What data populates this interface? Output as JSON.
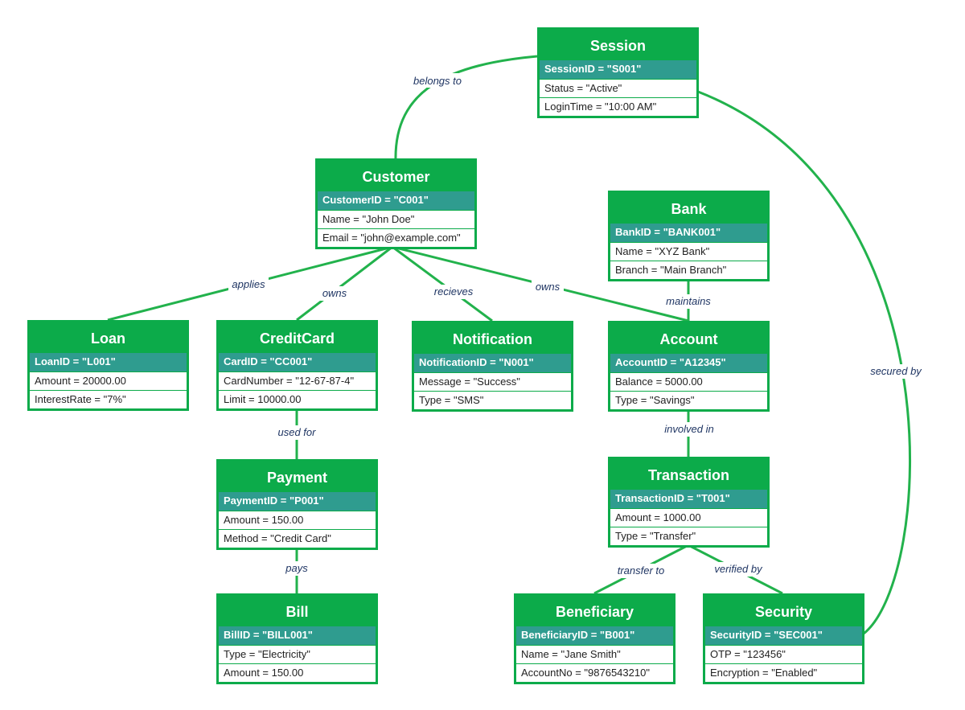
{
  "entities": {
    "session": {
      "title": "Session",
      "rows": [
        "SessionID = \"S001\"",
        "Status = \"Active\"",
        "LoginTime = \"10:00 AM\""
      ]
    },
    "customer": {
      "title": "Customer",
      "rows": [
        "CustomerID = \"C001\"",
        "Name = \"John Doe\"",
        "Email = \"john@example.com\""
      ]
    },
    "bank": {
      "title": "Bank",
      "rows": [
        "BankID = \"BANK001\"",
        "Name = \"XYZ Bank\"",
        "Branch = \"Main Branch\""
      ]
    },
    "loan": {
      "title": "Loan",
      "rows": [
        "LoanID = \"L001\"",
        "Amount = 20000.00",
        "InterestRate = \"7%\""
      ]
    },
    "creditcard": {
      "title": "CreditCard",
      "rows": [
        "CardID = \"CC001\"",
        "CardNumber = \"12-67-87-4\"",
        "Limit = 10000.00"
      ]
    },
    "notification": {
      "title": "Notification",
      "rows": [
        "NotificationID = \"N001\"",
        "Message = \"Success\"",
        "Type = \"SMS\""
      ]
    },
    "account": {
      "title": "Account",
      "rows": [
        "AccountID = \"A12345\"",
        "Balance = 5000.00",
        "Type = \"Savings\""
      ]
    },
    "payment": {
      "title": "Payment",
      "rows": [
        "PaymentID = \"P001\"",
        "Amount = 150.00",
        "Method = \"Credit Card\""
      ]
    },
    "transaction": {
      "title": "Transaction",
      "rows": [
        "TransactionID = \"T001\"",
        "Amount = 1000.00",
        "Type = \"Transfer\""
      ]
    },
    "bill": {
      "title": "Bill",
      "rows": [
        "BillID = \"BILL001\"",
        "Type = \"Electricity\"",
        "Amount = 150.00"
      ]
    },
    "beneficiary": {
      "title": "Beneficiary",
      "rows": [
        "BeneficiaryID = \"B001\"",
        "Name = \"Jane Smith\"",
        "AccountNo = \"9876543210\""
      ]
    },
    "security": {
      "title": "Security",
      "rows": [
        "SecurityID = \"SEC001\"",
        "OTP = \"123456\"",
        "Encryption = \"Enabled\""
      ]
    }
  },
  "relations": {
    "belongs_to": "belongs to",
    "applies": "applies",
    "owns_card": "owns",
    "recieves": "recieves",
    "owns_account": "owns",
    "maintains": "maintains",
    "used_for": "used for",
    "pays": "pays",
    "involved_in": "involved in",
    "transfer_to": "transfer to",
    "verified_by": "verified by",
    "secured_by": "secured by"
  },
  "colors": {
    "header": "#0cab4a",
    "key_row": "#2f9c8f",
    "edge": "#22b24c",
    "edge_label": "#1f3563"
  }
}
